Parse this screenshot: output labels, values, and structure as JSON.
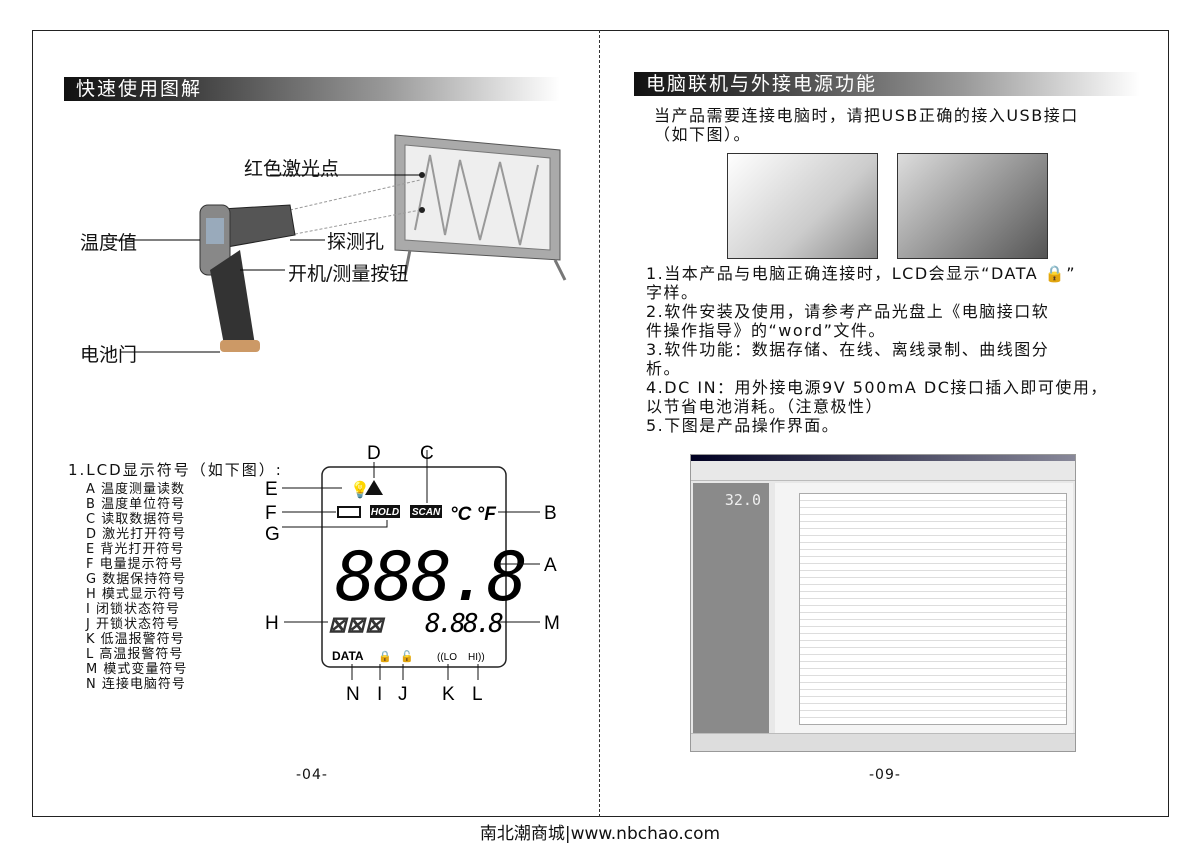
{
  "left_page": {
    "title": "快速使用图解",
    "callouts": {
      "laser": "红色激光点",
      "temp": "温度值",
      "probe": "探测孔",
      "button": "开机/测量按钮",
      "battery": "电池门"
    },
    "lcd_heading": "1.LCD显示符号（如下图）:",
    "legend": [
      {
        "k": "A",
        "v": "温度测量读数"
      },
      {
        "k": "B",
        "v": "温度单位符号"
      },
      {
        "k": "C",
        "v": "读取数据符号"
      },
      {
        "k": "D",
        "v": "激光打开符号"
      },
      {
        "k": "E",
        "v": "背光打开符号"
      },
      {
        "k": "F",
        "v": "电量提示符号"
      },
      {
        "k": "G",
        "v": "数据保持符号"
      },
      {
        "k": "H",
        "v": "模式显示符号"
      },
      {
        "k": "I",
        "v": "闭锁状态符号"
      },
      {
        "k": "J",
        "v": "开锁状态符号"
      },
      {
        "k": "K",
        "v": "低温报警符号"
      },
      {
        "k": "L",
        "v": "高温报警符号"
      },
      {
        "k": "M",
        "v": "模式变量符号"
      },
      {
        "k": "N",
        "v": "连接电脑符号"
      }
    ],
    "lcd": {
      "hold": "HOLD",
      "scan": "SCAN",
      "units": "°C °F",
      "main": "888.8",
      "sub": "8.88.8",
      "data": "DATA",
      "lo": "((LO",
      "hi": "HI))",
      "letters": {
        "A": "A",
        "B": "B",
        "C": "C",
        "D": "D",
        "E": "E",
        "F": "F",
        "G": "G",
        "H": "H",
        "I": "I",
        "J": "J",
        "K": "K",
        "L": "L",
        "M": "M",
        "N": "N"
      }
    },
    "page_number": "-04-"
  },
  "right_page": {
    "title": "电脑联机与外接电源功能",
    "intro": [
      "当产品需要连接电脑时，请把USB正确的接入USB接口",
      "（如下图）。"
    ],
    "items": [
      "1.当本产品与电脑正确连接时，LCD会显示“DATA 🔒”",
      "  字样。",
      "2.软件安装及使用，请参考产品光盘上《电脑接口软",
      "  件操作指导》的“word”文件。",
      "3.软件功能：数据存储、在线、离线录制、曲线图分",
      "  析。",
      "4.DC IN：用外接电源9V 500mA DC接口插入即可使用，",
      "  以节省电池消耗。（注意极性）",
      "5.下图是产品操作界面。"
    ],
    "software": {
      "reading": "32.0"
    },
    "page_number": "-09-"
  },
  "footer": "南北潮商城|www.nbchao.com"
}
